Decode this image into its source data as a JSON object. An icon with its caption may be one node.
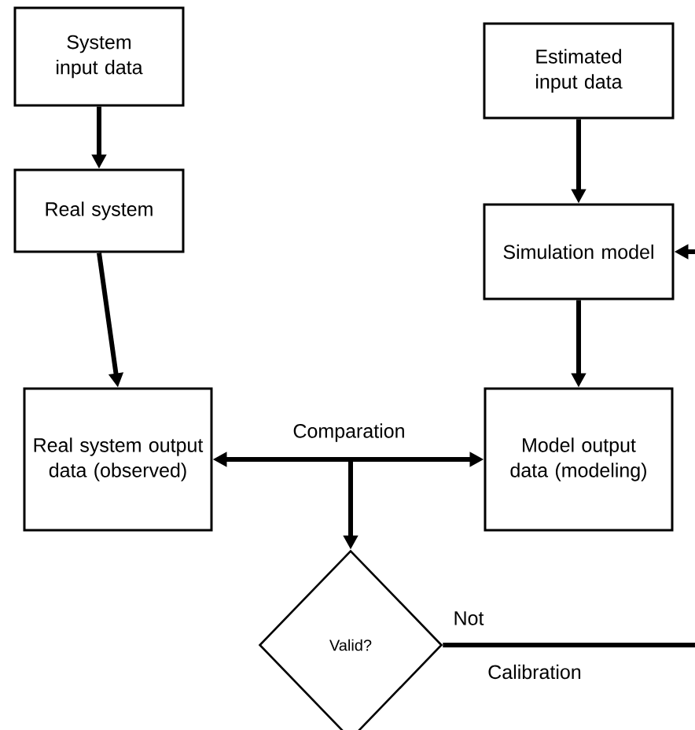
{
  "diagram": {
    "nodes": [
      {
        "text": [
          "System input data"
        ]
      },
      {
        "text": [
          "Real system"
        ]
      },
      {
        "text": [
          "Real system output data (observed)"
        ]
      },
      {
        "text": [
          "Estimated input data"
        ]
      },
      {
        "text": [
          "Simulation model"
        ]
      },
      {
        "text": [
          "Model output data (modeling)"
        ]
      },
      {
        "text": [
          "Valid?"
        ]
      }
    ],
    "edges": [
      {
        "from": 0,
        "to": 1,
        "arrow": "to"
      },
      {
        "from": 1,
        "to": 2,
        "arrow": "to"
      },
      {
        "from": 3,
        "to": 4,
        "arrow": "to"
      },
      {
        "from": 4,
        "to": 5,
        "arrow": "to"
      },
      {
        "from": 2,
        "to": 5,
        "arrow": "both",
        "label": "Comparation"
      },
      {
        "from": null,
        "to": 6,
        "arrow": "to"
      },
      {
        "from": 6,
        "to": 4,
        "arrow": "to",
        "label": "Calibration"
      }
    ],
    "labels": [
      "Not"
    ]
  }
}
